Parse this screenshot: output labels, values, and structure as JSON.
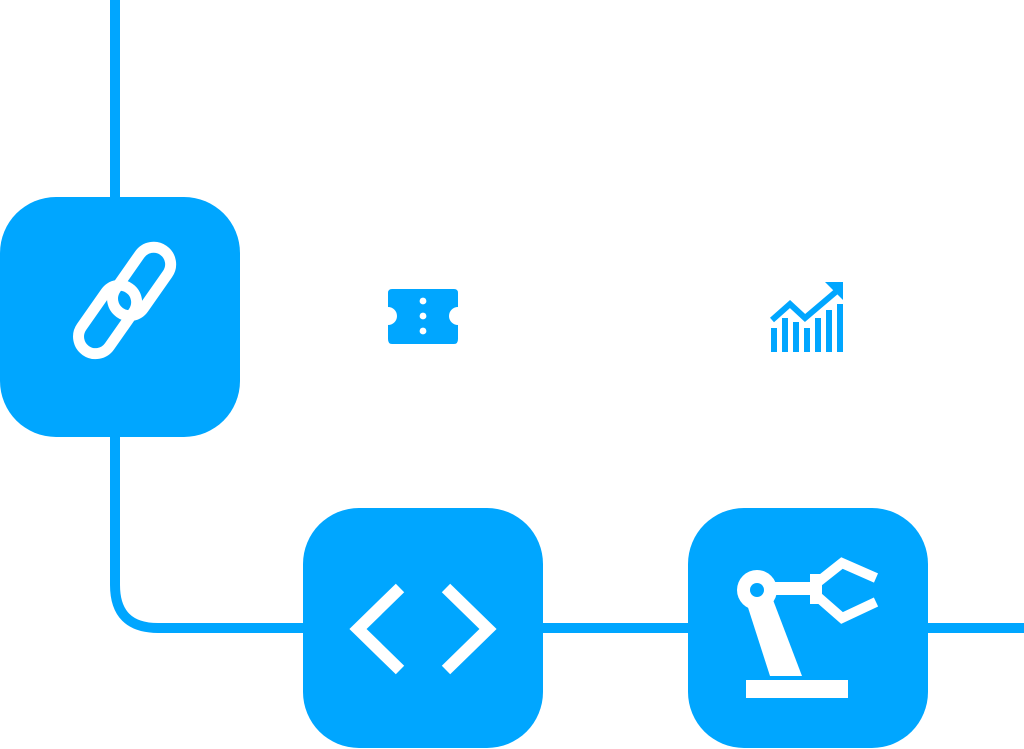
{
  "theme": {
    "accent": "#00a6ff",
    "icon_on_tile": "#ffffff",
    "background": "#ffffff"
  },
  "diagram": {
    "nodes": [
      {
        "id": "link",
        "icon": "link-icon",
        "style": "filled-tile"
      },
      {
        "id": "ticket",
        "icon": "ticket-icon",
        "style": "bare-icon"
      },
      {
        "id": "chart",
        "icon": "bar-chart-trend-icon",
        "style": "bare-icon"
      },
      {
        "id": "code",
        "icon": "code-brackets-icon",
        "style": "filled-tile"
      },
      {
        "id": "robot",
        "icon": "robotic-arm-icon",
        "style": "filled-tile"
      }
    ],
    "connections": [
      {
        "from": "top-edge",
        "to": "link"
      },
      {
        "from": "link",
        "to": "code"
      },
      {
        "from": "code",
        "to": "robot"
      },
      {
        "from": "robot",
        "to": "right-edge"
      }
    ]
  }
}
